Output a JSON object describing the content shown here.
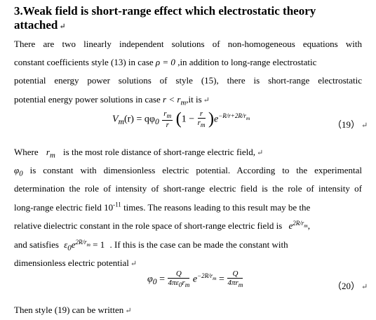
{
  "heading": {
    "line1": "3.Weak field is short-range effect which electrostatic theory",
    "line2": "attached"
  },
  "para1": [
    "There are two linearly independent solutions of non-homogeneous equations with",
    "constant coefficients style (13) in case",
    ",in addition to long-range electrostatic",
    "potential energy power solutions of style (15), there is short-range electrostatic",
    "potential energy power solutions in case",
    ",it is"
  ],
  "math": {
    "rho_zero": "ρ = 0",
    "r_lt_rm": "r < r",
    "m_sub": "m",
    "v_m": "V",
    "r_arg": "(r) = qφ",
    "zero_sub": "0",
    "r_m_num": "r",
    "r_den": "r",
    "one_minus": "1 −",
    "exp19": "−R/r+2R/r",
    "e": "e",
    "phi0": "φ",
    "exp_2R": "2R/r",
    "eps_e": "ε",
    "eq_one": "= 1",
    "Q": "Q",
    "den20a": "4πε",
    "den20b": "4πr",
    "exp20": "−2R/r",
    "equals": "="
  },
  "eq_numbers": {
    "eq19": "（19）",
    "eq20": "（20）"
  },
  "para2": [
    "Where",
    "is the most role distance of short-range electric field,",
    "is constant with dimensionless electric potential. According to the experimental",
    "determination the role of intensity of short-range electric field is the role of intensity of",
    "long-range electric field 10",
    "-11",
    " times. The reasons leading to this result may be the",
    "relative dielectric constant in the role space of short-range electric field is",
    "and satisfies",
    ". If this is the case can be made the constant with",
    "dimensionless electric potential"
  ],
  "last": "Then style (19) can be written",
  "para_mark": "↵"
}
